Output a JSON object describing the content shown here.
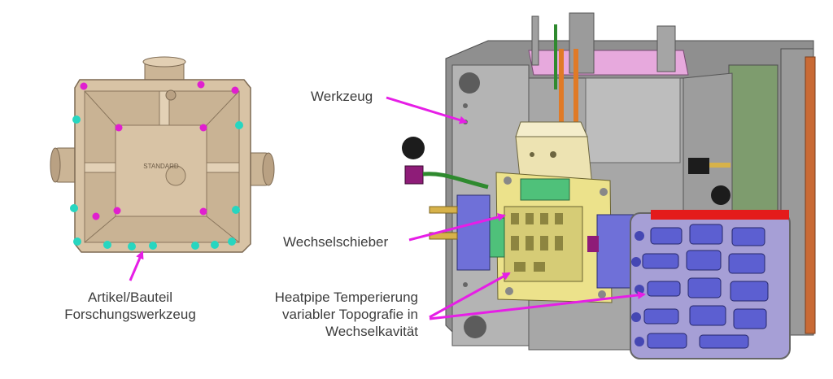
{
  "labels": {
    "werkzeug": "Werkzeug",
    "wechselschieber": "Wechselschieber",
    "heatpipe": [
      "Heatpipe Temperierung",
      "variabler Topografie in",
      "Wechselkavität"
    ],
    "artikel": [
      "Artikel/Bauteil",
      "Forschungswerkzeug"
    ],
    "standard_stamp": "STANDARD"
  },
  "colors": {
    "arrow": "#e61ee6",
    "text": "#3d3d3d",
    "part": "#d8c3a5",
    "tool_grey": "#a7a7a7",
    "slider_yellow": "#ece28b",
    "slider_green": "#4fc17a",
    "blue_block": "#6f70d8",
    "dot_magenta": "#e01fcf",
    "dot_cyan": "#27d6c0"
  }
}
